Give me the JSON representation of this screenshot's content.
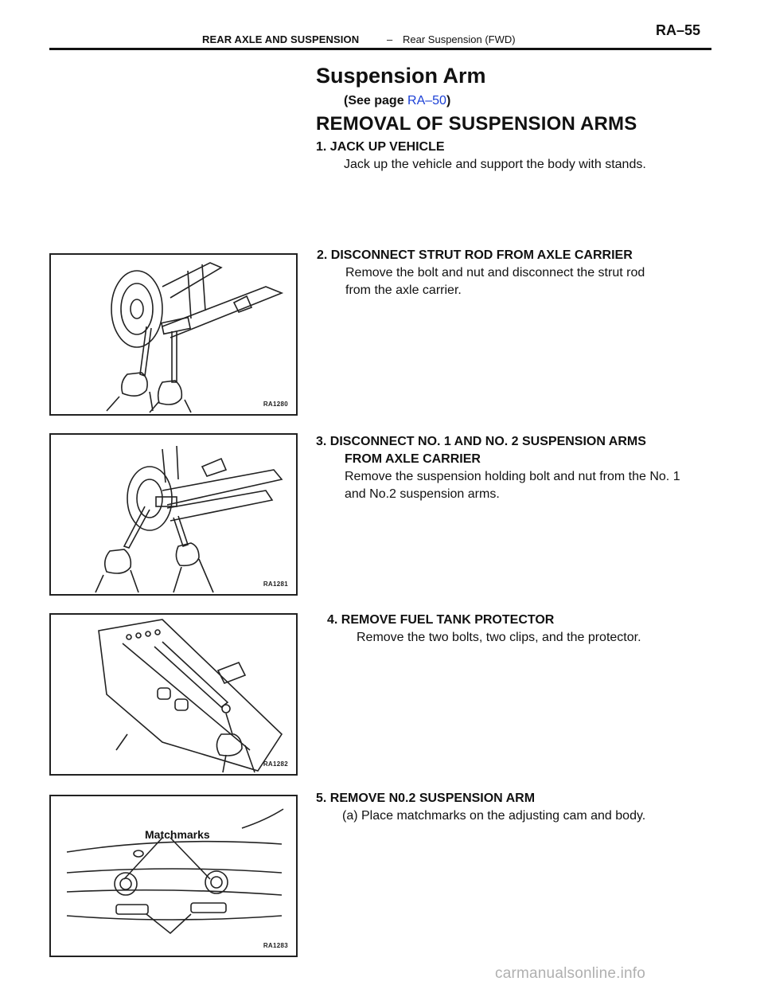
{
  "header": {
    "section": "REAR AXLE AND SUSPENSION",
    "dash": "–",
    "subsection": "Rear Suspension (FWD)",
    "page_number": "RA–55"
  },
  "title": "Suspension Arm",
  "see_page": {
    "prefix": "(See page ",
    "link": "RA–50",
    "suffix": ")"
  },
  "section_heading": "REMOVAL OF SUSPENSION ARMS",
  "steps": [
    {
      "head": "1. JACK UP VEHICLE",
      "lines": [
        "Jack up the vehicle and support the body with stands."
      ]
    },
    {
      "head": "2. DISCONNECT STRUT ROD FROM AXLE CARRIER",
      "lines": [
        "Remove the bolt and nut and disconnect the strut rod",
        "from the axle carrier."
      ]
    },
    {
      "head": "3. DISCONNECT NO. 1 AND NO. 2 SUSPENSION ARMS",
      "head2": "FROM AXLE CARRIER",
      "lines": [
        "Remove the suspension holding bolt and nut from the No. 1",
        "and No.2 suspension arms."
      ]
    },
    {
      "head": "4. REMOVE FUEL TANK PROTECTOR",
      "lines": [
        "Remove the two bolts, two clips, and the protector."
      ]
    },
    {
      "head": "5. REMOVE N0.2 SUSPENSION ARM",
      "lines": [
        "(a) Place matchmarks on the adjusting cam and body."
      ]
    }
  ],
  "figures": [
    {
      "code": "RA1280"
    },
    {
      "code": "RA1281"
    },
    {
      "code": "RA1282"
    },
    {
      "code": "RA1283",
      "label": "Matchmarks"
    }
  ],
  "watermark": "carmanualsonline.info"
}
